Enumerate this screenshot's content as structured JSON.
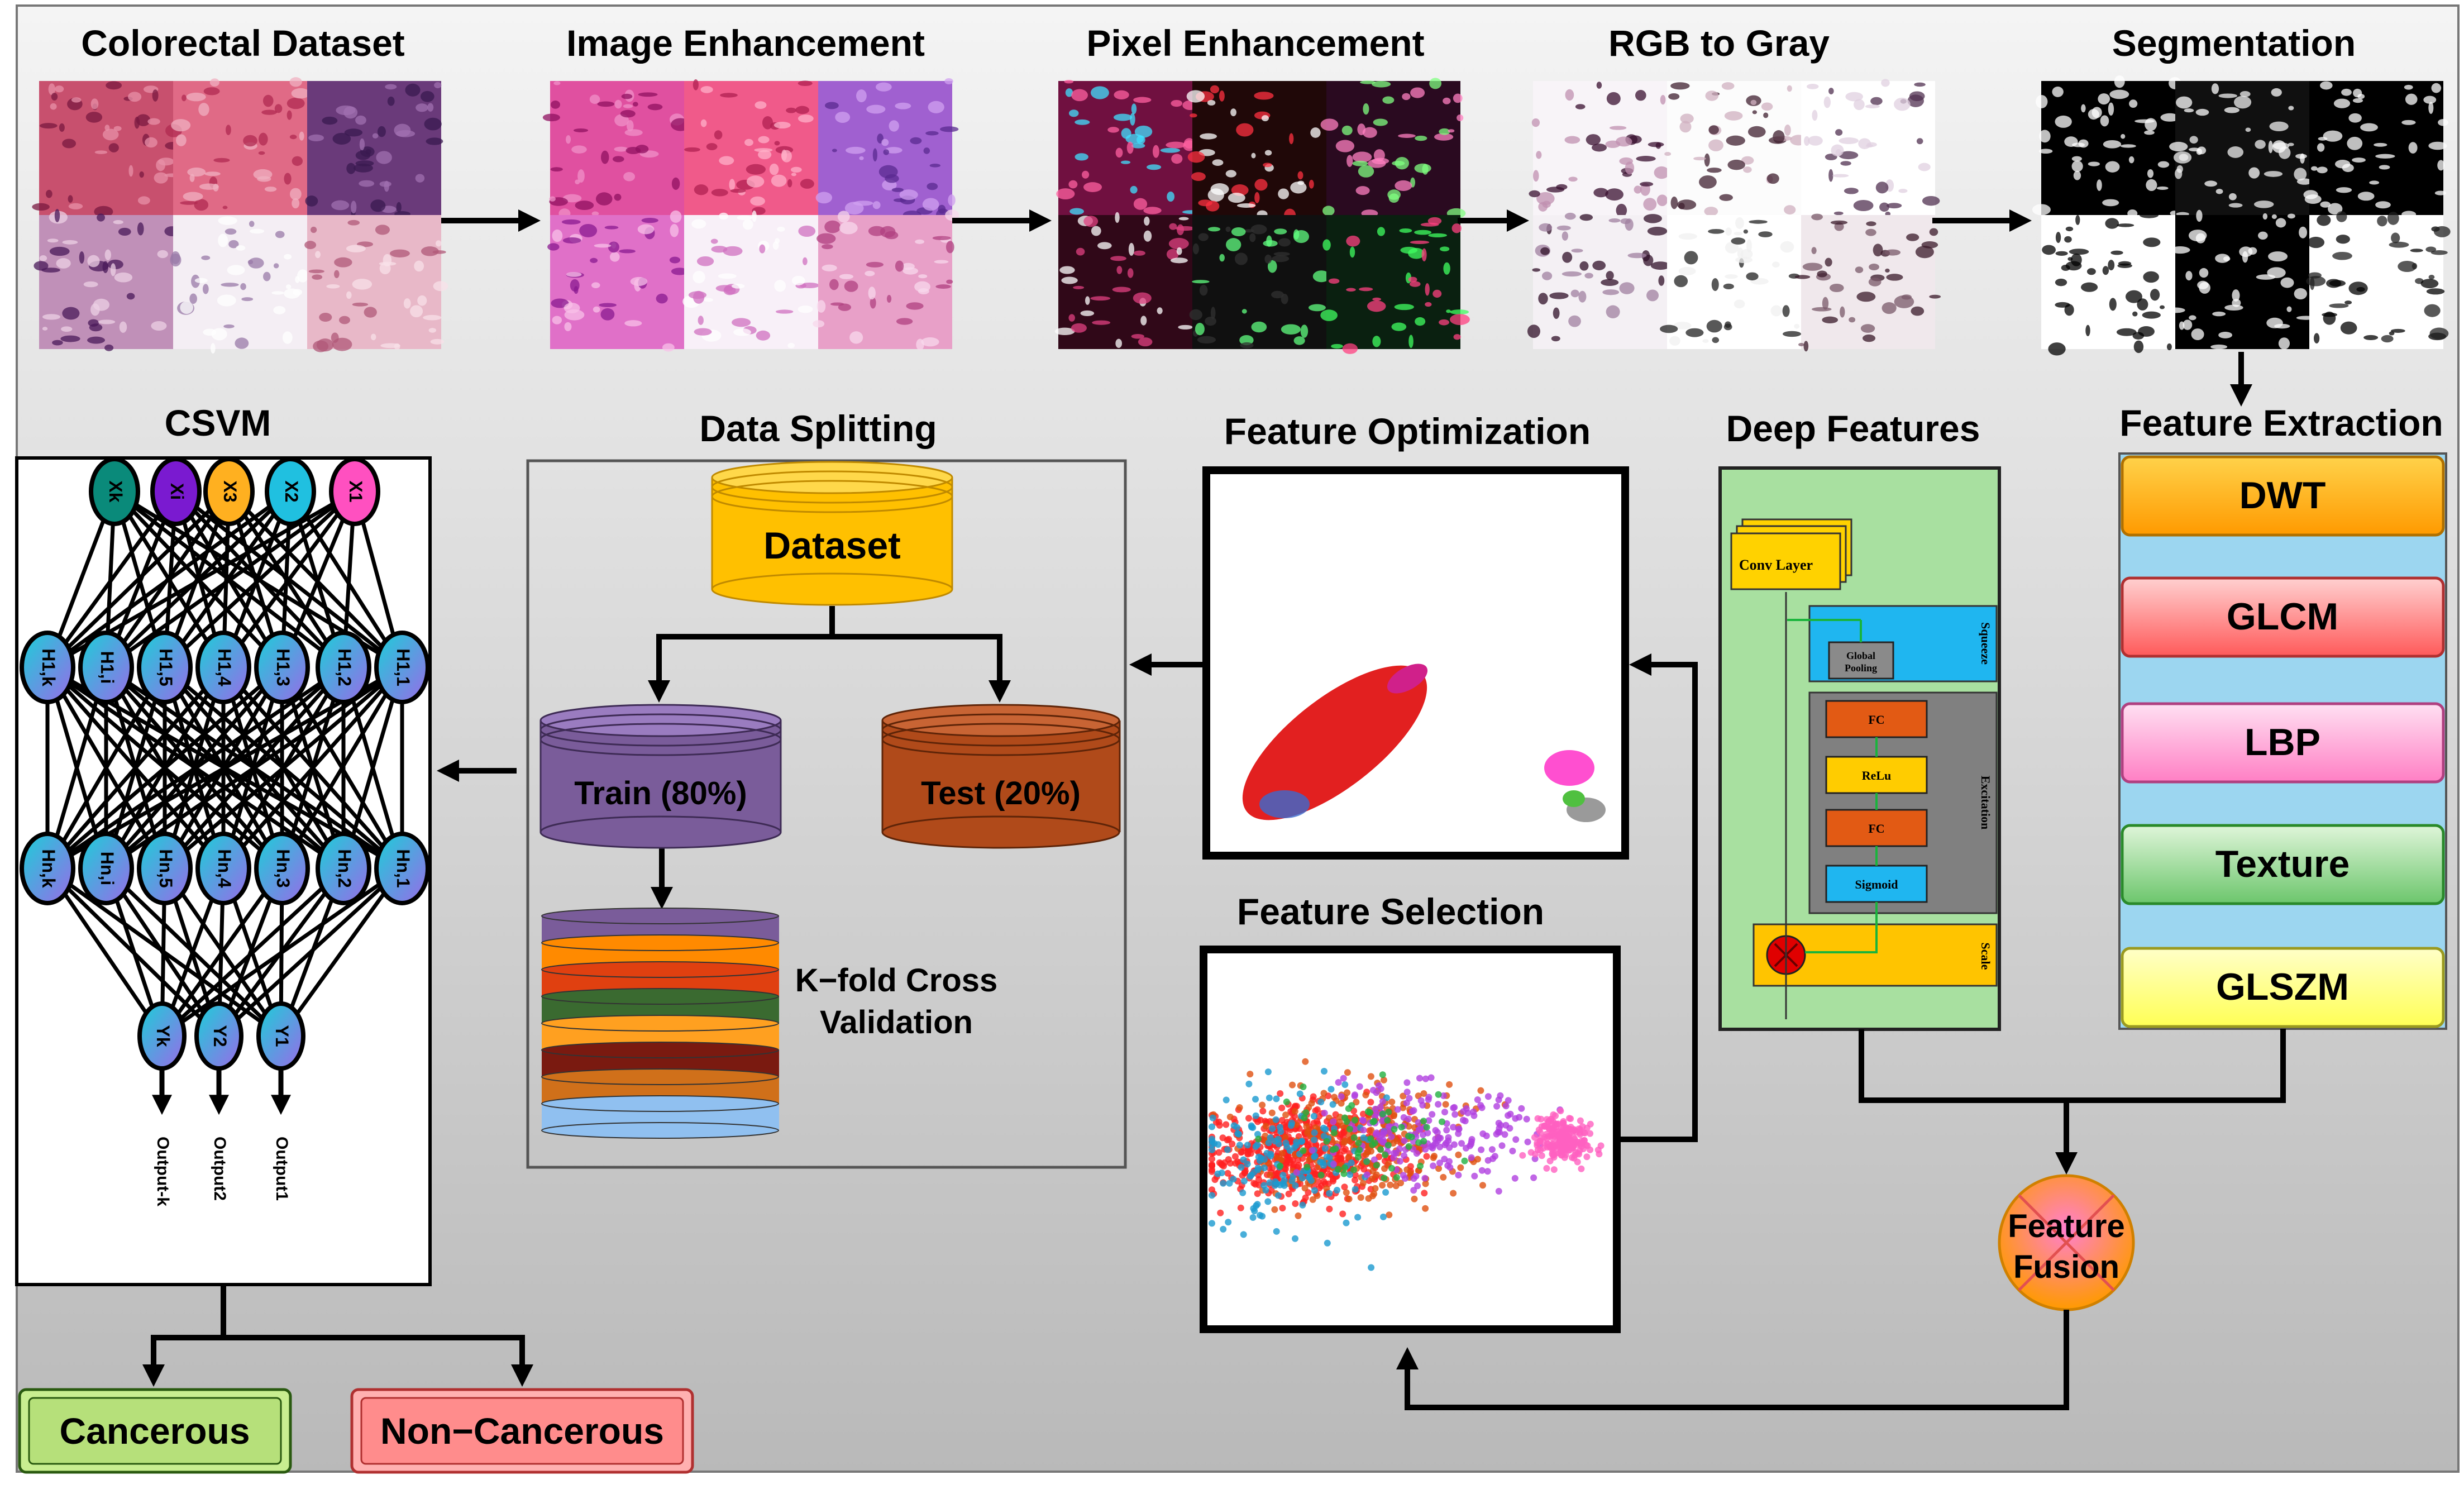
{
  "stages": {
    "colorectal_dataset": "Colorectal Dataset",
    "image_enhancement": "Image Enhancement",
    "pixel_enhancement": "Pixel Enhancement",
    "rgb_to_gray": "RGB to Gray",
    "segmentation": "Segmentation",
    "feature_extraction": "Feature Extraction",
    "deep_features": "Deep Features",
    "feature_optimization": "Feature Optimization",
    "feature_selection": "Feature Selection",
    "data_splitting": "Data Splitting",
    "csvm": "CSVM"
  },
  "feature_extraction_items": [
    "DWT",
    "GLCM",
    "LBP",
    "Texture",
    "GLSZM"
  ],
  "feature_extraction_colors": [
    "#ffa200",
    "#ff7070",
    "#ff8fcf",
    "#7fd07f",
    "#ffff66"
  ],
  "deep_block": {
    "conv_layer": "Conv Layer",
    "squeeze": "Squeeze",
    "global_pooling": "Global Pooling",
    "excitation": "Excitation",
    "fc1": "FC",
    "relu": "ReLu",
    "fc2": "FC",
    "sigmoid": "Sigmoid",
    "scale": "Scale"
  },
  "feature_fusion": [
    "Feature",
    "Fusion"
  ],
  "data_splitting": {
    "dataset": "Dataset",
    "train": "Train (80%)",
    "test": "Test (20%)",
    "kfold": [
      "K−fold Cross",
      "Validation"
    ]
  },
  "csvm": {
    "inputs": [
      "Xk",
      "Xi",
      "X3",
      "X2",
      "X1"
    ],
    "hidden1": [
      "H1,k",
      "H1,i",
      "H1,5",
      "H1,4",
      "H1,3",
      "H1,2",
      "H1,1"
    ],
    "hidden2": [
      "Hn,k",
      "Hn,i",
      "Hn,5",
      "Hn,4",
      "Hn,3",
      "Hn,2",
      "Hn,1"
    ],
    "outputs": [
      "Yk",
      "Y2",
      "Y1"
    ],
    "output_labels": [
      "Output-k",
      "Output2",
      "Output1"
    ]
  },
  "classes": {
    "cancerous": "Cancerous",
    "non_cancerous": "Non−Cancerous"
  }
}
